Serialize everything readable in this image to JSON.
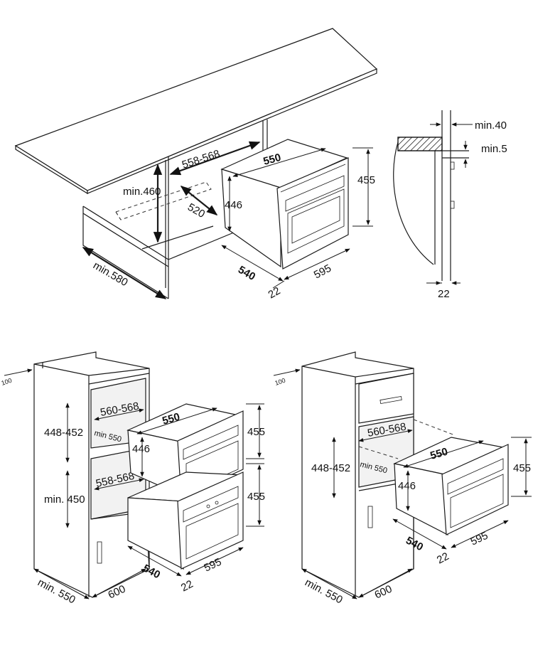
{
  "top": {
    "cabinet_height": "min.460",
    "niche_width": "558-568",
    "oven_depth_top": "550",
    "niche_depth": "520",
    "cabinet_depth": "min.580",
    "oven_front_height": "455",
    "oven_body_height": "446",
    "oven_depth": "540",
    "oven_width": "595",
    "front_offset": "22"
  },
  "side": {
    "gap_top": "min.40",
    "gap_small": "min.5",
    "front_offset": "22"
  },
  "bottom_left": {
    "gap": "100",
    "niche_height_top": "448-452",
    "niche_width_top": "560-568",
    "niche_depth_top": "min 550",
    "oven_depth_top": "550",
    "oven_body_height": "446",
    "oven_front_height_top": "455",
    "niche_height_bottom": "min. 450",
    "niche_width_bottom": "558-568",
    "oven_front_height_bottom": "455",
    "oven_depth": "540",
    "oven_width": "595",
    "front_offset": "22",
    "cabinet_depth": "min. 550",
    "cabinet_width": "600"
  },
  "bottom_right": {
    "gap": "100",
    "niche_height": "448-452",
    "niche_width": "560-568",
    "niche_depth": "min 550",
    "oven_depth_top": "550",
    "oven_body_height": "446",
    "oven_front_height": "455",
    "oven_depth": "540",
    "oven_width": "595",
    "front_offset": "22",
    "cabinet_depth": "min. 550",
    "cabinet_width": "600"
  }
}
